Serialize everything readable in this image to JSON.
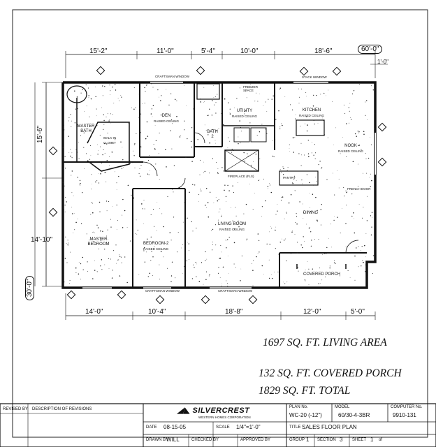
{
  "dimensions": {
    "top": [
      "15'-2\"",
      "11'-0\"",
      "5'-4\"",
      "10'-0\"",
      "18'-6\""
    ],
    "overall_top": "60'-0\"",
    "right_offset": "1'-0\"",
    "left_upper": "15'-6\"",
    "left_lower": "14'-10\"",
    "overall_left": "30'-0\"",
    "bottom": [
      "14'-0\"",
      "10'-4\"",
      "18'-8\"",
      "12'-0\"",
      "5'-0\""
    ]
  },
  "rooms": {
    "den": {
      "name": "DEN",
      "ceiling": "RAISED CEILING"
    },
    "master_bath": {
      "name": "MASTER BATH"
    },
    "walk_in_closet": {
      "name": "WALK-IN CLOSET"
    },
    "bath2": {
      "name": "BATH 2"
    },
    "utility": {
      "name": "UTILITY",
      "ceiling": "RAISED CEILING"
    },
    "kitchen": {
      "name": "KITCHEN",
      "ceiling": "RAISED CEILING"
    },
    "nook": {
      "name": "NOOK",
      "ceiling": "RAISED CEILING"
    },
    "master_bedroom": {
      "name": "MASTER BEDROOM"
    },
    "bedroom2": {
      "name": "BEDROOM-2",
      "ceiling": "RAISED CEILING"
    },
    "living_room": {
      "name": "LIVING ROOM",
      "ceiling": "RAISED CEILING"
    },
    "dining": {
      "name": "DINING"
    },
    "covered_porch": {
      "name": "COVERED PORCH"
    }
  },
  "fixtures": {
    "craftsman_window": "CRAFTSMAN WINDOW",
    "freezer_space": "FREEZER SPACE",
    "stack_window": "STACK WINDOW",
    "fireplace": "FIREPLACE (FLS)",
    "pantry": "PANTRY",
    "french_door": "FRENCH DOOR"
  },
  "areas": {
    "living": "1697 SQ. FT. LIVING AREA",
    "porch": "132 SQ. FT. COVERED PORCH",
    "total": "1829 SQ. FT. TOTAL"
  },
  "title_block": {
    "revised_by_label": "REVISED BY",
    "description_label": "DESCRIPTION OF REVISIONS",
    "brand": "SILVERCREST",
    "brand_sub": "WESTERN HOMES CORPORATION",
    "plan_no_label": "PLAN No.",
    "plan_no": "WC-20 (-12\")",
    "model_label": "MODEL",
    "model": "60/30-4-3BR",
    "computer_no_label": "COMPUTER No.",
    "computer_no": "9910-131",
    "date_label": "DATE",
    "date": "08-15-05",
    "scale_label": "SCALE",
    "scale": "1/4\"=1'-0\"",
    "title_label": "TITLE",
    "title": "SALES FLOOR PLAN",
    "drawn_by_label": "DRAWN BY",
    "drawn_by": "WILL",
    "checked_by_label": "CHECKED BY",
    "approved_by_label": "APPROVED BY",
    "group_label": "GROUP",
    "group": "1",
    "section_label": "SECTION",
    "section": "3",
    "sheet_label": "SHEET",
    "sheet": "1",
    "sheet_of": "of"
  }
}
